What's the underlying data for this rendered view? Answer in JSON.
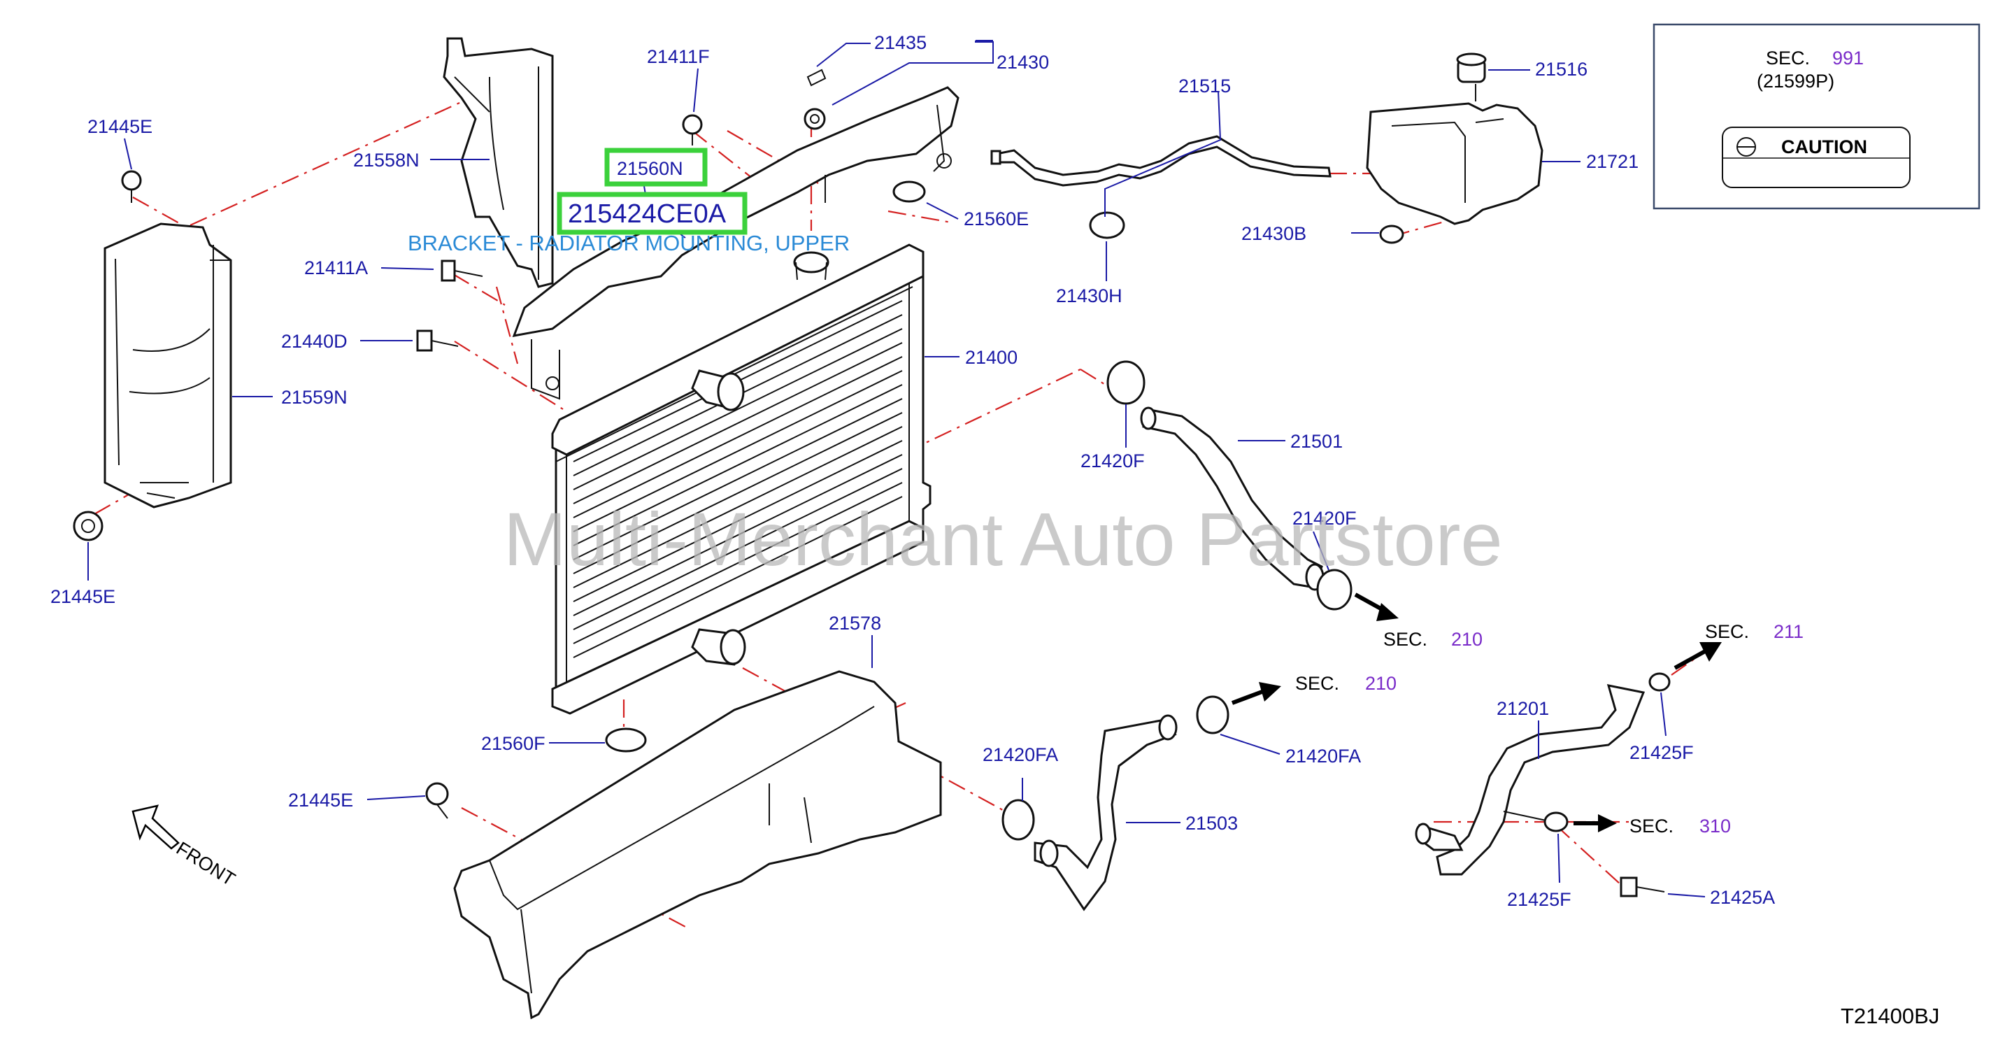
{
  "labels": {
    "p21445E_top": "21445E",
    "p21558N": "21558N",
    "p21411F": "21411F",
    "p21435": "21435",
    "p21430": "21430",
    "p21560N": "21560N",
    "p215424CE0A": "215424CE0A",
    "bracket_desc": "BRACKET - RADIATOR MOUNTING, UPPER",
    "p21560E": "21560E",
    "p21515": "21515",
    "p21516": "21516",
    "p21721": "21721",
    "p21430B": "21430B",
    "p21430H": "21430H",
    "p21411A": "21411A",
    "p21440D": "21440D",
    "p21559N": "21559N",
    "p21400": "21400",
    "p21420F_a": "21420F",
    "p21501": "21501",
    "p21420F_b": "21420F",
    "p21445E_left": "21445E",
    "p21578": "21578",
    "p21560F": "21560F",
    "p21445E_bottom": "21445E",
    "p21420FA_a": "21420FA",
    "p21420FA_b": "21420FA",
    "p21503": "21503",
    "p21201": "21201",
    "p21425F_a": "21425F",
    "p21425F_b": "21425F",
    "p21425A": "21425A"
  },
  "sections": {
    "sec_word": "SEC.",
    "sec_991": "991",
    "sec_21599P": "(21599P)",
    "caution": "CAUTION",
    "sec_210_a": "210",
    "sec_210_b": "210",
    "sec_211": "211",
    "sec_310": "310"
  },
  "watermark": "Multi-Merchant Auto Partstore",
  "front_label": "FRONT",
  "diagram_code": "T21400BJ",
  "colors": {
    "label": "#1a1aa6",
    "section_number": "#7a2cc9",
    "leader_dash": "#d42020",
    "highlight": "#3bd13b",
    "description": "#2a8ad6"
  }
}
